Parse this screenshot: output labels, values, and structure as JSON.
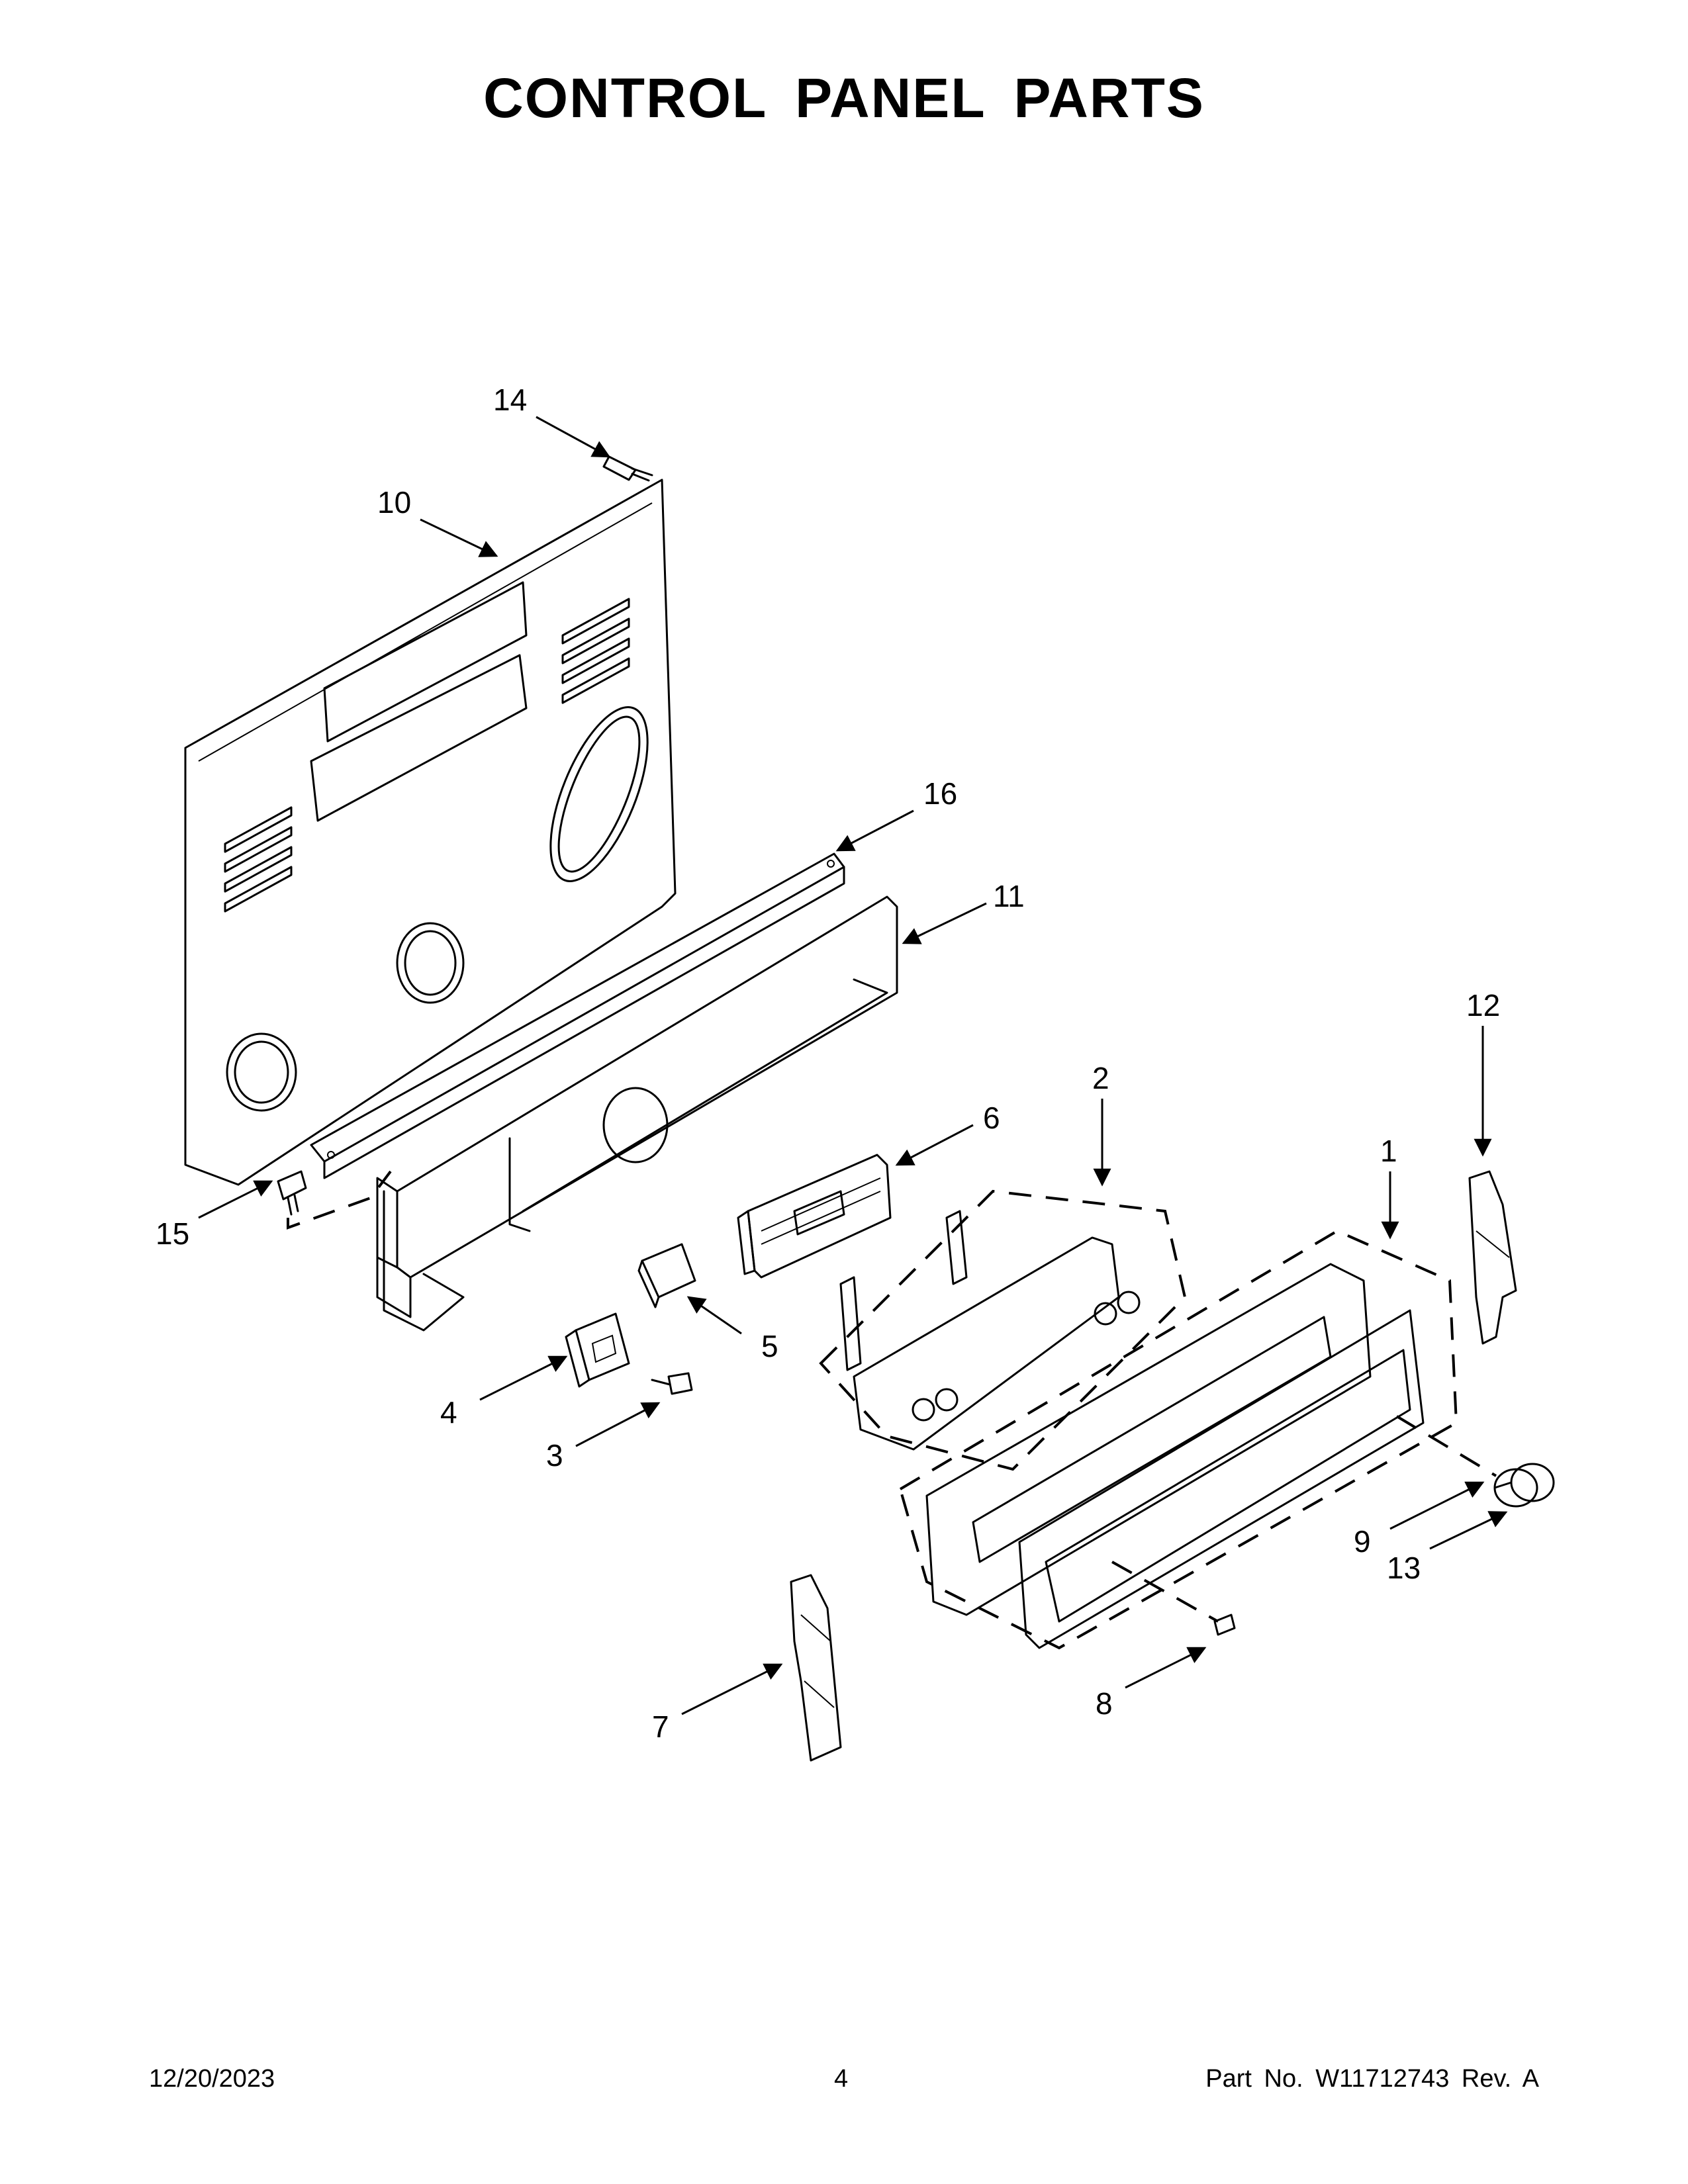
{
  "page": {
    "title": "CONTROL PANEL PARTS",
    "footer_date": "12/20/2023",
    "footer_page": "4",
    "footer_part": "Part No.  W11712743  Rev.  A"
  },
  "callouts": {
    "c1": "1",
    "c2": "2",
    "c3": "3",
    "c4": "4",
    "c5": "5",
    "c6": "6",
    "c7": "7",
    "c8": "8",
    "c9": "9",
    "c10": "10",
    "c11": "11",
    "c12": "12",
    "c13": "13",
    "c14": "14",
    "c15": "15",
    "c16": "16"
  }
}
